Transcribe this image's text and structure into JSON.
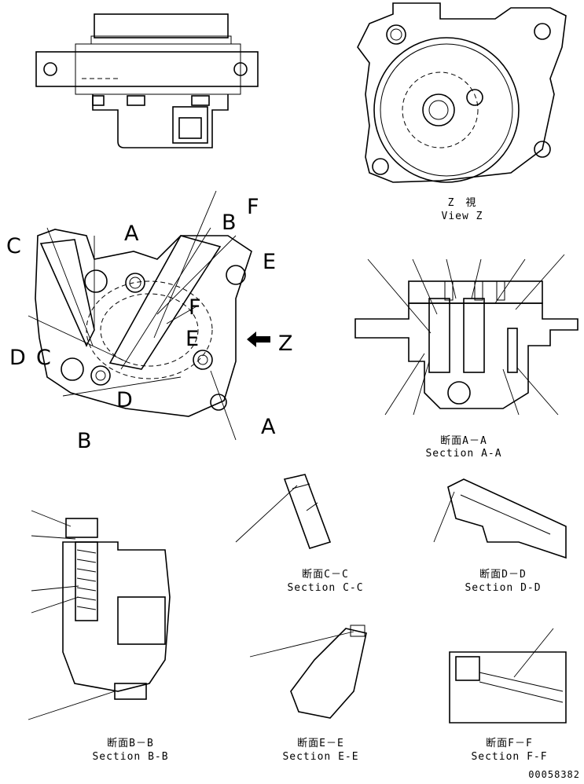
{
  "drawing_id": "00058382",
  "main_view": {
    "cut_labels": [
      "A",
      "A",
      "B",
      "B",
      "C",
      "C",
      "D",
      "D",
      "E",
      "E",
      "F",
      "F"
    ],
    "view_label": "Z"
  },
  "view_z": {
    "jp": "Z　視",
    "en": "View Z"
  },
  "sections": [
    {
      "jp": "断面A－A",
      "en": "Section A-A"
    },
    {
      "jp": "断面B－B",
      "en": "Section B-B"
    },
    {
      "jp": "断面C－C",
      "en": "Section C-C"
    },
    {
      "jp": "断面D－D",
      "en": "Section D-D"
    },
    {
      "jp": "断面E－E",
      "en": "Section E-E"
    },
    {
      "jp": "断面F－F",
      "en": "Section F-F"
    }
  ]
}
